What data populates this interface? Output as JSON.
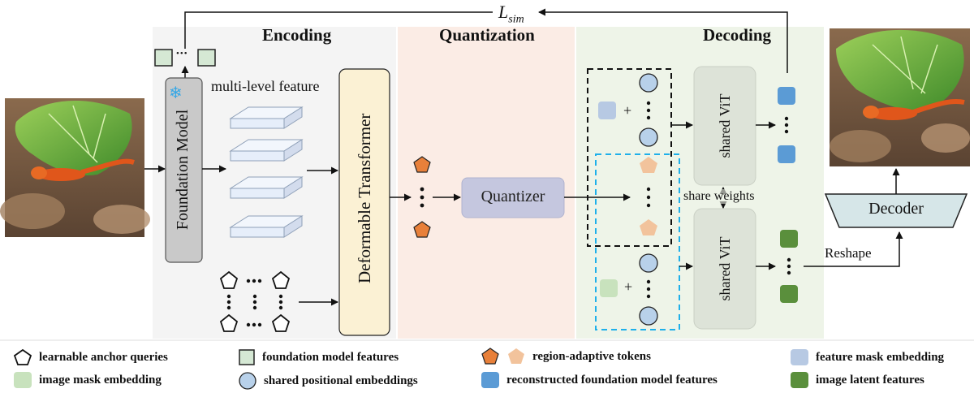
{
  "sections": {
    "encoding": "Encoding",
    "quantization": "Quantization",
    "decoding": "Decoding"
  },
  "loss_label": "L",
  "loss_subscript": "sim",
  "foundation_model": "Foundation Model",
  "snowflake": "❄",
  "multi_level_feature": "multi-level feature",
  "deformable_transformer": "Deformable Transformer",
  "quantizer": "Quantizer",
  "shared_vit": "shared ViT",
  "share_weights": "share weights",
  "decoder": "Decoder",
  "reshape": "Reshape",
  "ellipsis": "•••",
  "plus": "+",
  "legend": [
    {
      "key": "anchor",
      "label": "learnable anchor queries"
    },
    {
      "key": "fm",
      "label": "foundation model features"
    },
    {
      "key": "tokens",
      "label": "region-adaptive tokens"
    },
    {
      "key": "fmask",
      "label": "feature mask embedding"
    },
    {
      "key": "imask",
      "label": "image mask embedding"
    },
    {
      "key": "pos",
      "label": "shared positional embeddings"
    },
    {
      "key": "recon",
      "label": "reconstructed foundation model features"
    },
    {
      "key": "latent",
      "label": "image latent features"
    }
  ],
  "colors": {
    "encoding_bg": "#f4f4f4",
    "quantization_bg": "#fbece5",
    "decoding_bg": "#eef4e8",
    "foundation_model": "#c9c9c9",
    "deformable": "#fbf1d4",
    "quantizer": "#c5c7df",
    "shared_vit": "#dde3d8",
    "decoder": "#d6e6e8",
    "token_dark": "#e8803a",
    "token_light": "#f2c39c",
    "feature_mask": "#b7c9e3",
    "image_mask": "#c8e2bd",
    "position": "#b8d1ea",
    "recon": "#5b9bd5",
    "latent": "#5a8f3c",
    "fm_square": "#d5e8d4",
    "black_dash": "#111111",
    "blue_dash": "#1eb0ea"
  }
}
